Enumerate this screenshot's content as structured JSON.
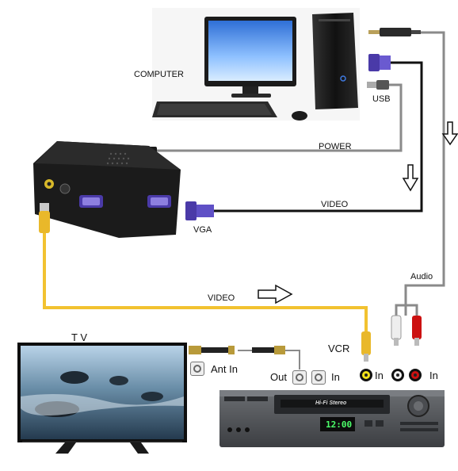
{
  "labels": {
    "computer": "COMPUTER",
    "usb": "USB",
    "power": "POWER",
    "video_top": "VIDEO",
    "vga": "VGA",
    "audio": "Audio",
    "video_bottom": "VIDEO",
    "tv": "T V",
    "vcr": "VCR",
    "ant_in": "Ant In",
    "out": "Out",
    "in_coax": "In",
    "in_yellow": "In",
    "in_red": "In"
  },
  "vcr": {
    "brand": "Hi-Fi Stereo",
    "clock": "12:00"
  },
  "colors": {
    "video_cable": "#f2c230",
    "cable_black": "#111111",
    "cable_gray": "#8a8a8a",
    "audio_red": "#cc1111",
    "audio_white": "#f2f2f2",
    "vga_blue": "#4a3aa8"
  }
}
